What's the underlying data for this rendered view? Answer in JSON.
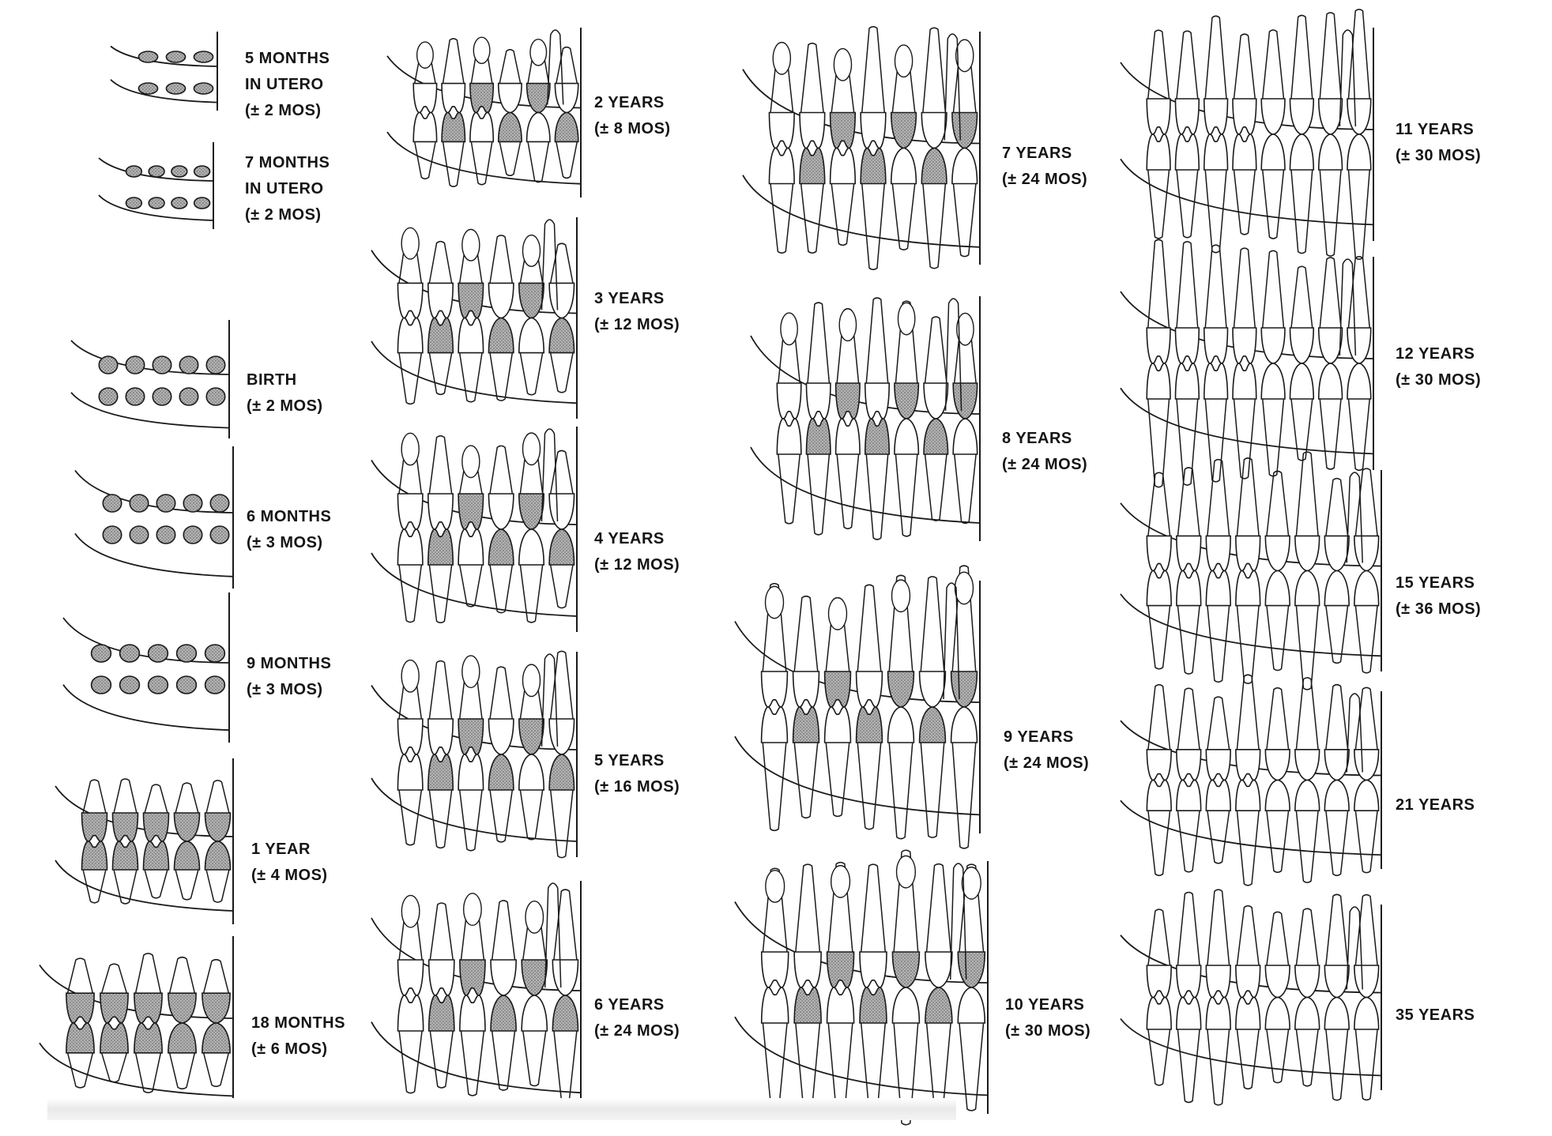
{
  "stages": [
    {
      "id": "5-months-in-utero",
      "lines": [
        "5 MONTHS",
        "IN UTERO",
        "(± 2 MOS)"
      ]
    },
    {
      "id": "7-months-in-utero",
      "lines": [
        "7 MONTHS",
        "IN UTERO",
        "(± 2 MOS)"
      ]
    },
    {
      "id": "birth",
      "lines": [
        "BIRTH",
        "(± 2 MOS)"
      ]
    },
    {
      "id": "6-months",
      "lines": [
        "6 MONTHS",
        "(± 3 MOS)"
      ]
    },
    {
      "id": "9-months",
      "lines": [
        "9 MONTHS",
        "(± 3 MOS)"
      ]
    },
    {
      "id": "1-year",
      "lines": [
        "1 YEAR",
        "(± 4 MOS)"
      ]
    },
    {
      "id": "18-months",
      "lines": [
        "18 MONTHS",
        "(± 6 MOS)"
      ]
    },
    {
      "id": "2-years",
      "lines": [
        "2 YEARS",
        "(± 8 MOS)"
      ]
    },
    {
      "id": "3-years",
      "lines": [
        "3 YEARS",
        "(± 12 MOS)"
      ]
    },
    {
      "id": "4-years",
      "lines": [
        "4 YEARS",
        "(± 12 MOS)"
      ]
    },
    {
      "id": "5-years",
      "lines": [
        "5 YEARS",
        "(± 16 MOS)"
      ]
    },
    {
      "id": "6-years",
      "lines": [
        "6 YEARS",
        "(± 24 MOS)"
      ]
    },
    {
      "id": "7-years",
      "lines": [
        "7 YEARS",
        "(± 24 MOS)"
      ]
    },
    {
      "id": "8-years",
      "lines": [
        "8 YEARS",
        "(± 24 MOS)"
      ]
    },
    {
      "id": "9-years",
      "lines": [
        "9 YEARS",
        "(± 24 MOS)"
      ]
    },
    {
      "id": "10-years",
      "lines": [
        "10 YEARS",
        "(± 30 MOS)"
      ]
    },
    {
      "id": "11-years",
      "lines": [
        "11 YEARS",
        "(± 30 MOS)"
      ]
    },
    {
      "id": "12-years",
      "lines": [
        "12 YEARS",
        "(± 30 MOS)"
      ]
    },
    {
      "id": "15-years",
      "lines": [
        "15 YEARS",
        "(± 36 MOS)"
      ]
    },
    {
      "id": "21-years",
      "lines": [
        "21 YEARS"
      ]
    },
    {
      "id": "35-years",
      "lines": [
        "35 YEARS"
      ]
    }
  ],
  "colors": {
    "ink": "#1a1a1a",
    "deciduous_fill": "#a9a9a9",
    "paper": "#ffffff"
  }
}
